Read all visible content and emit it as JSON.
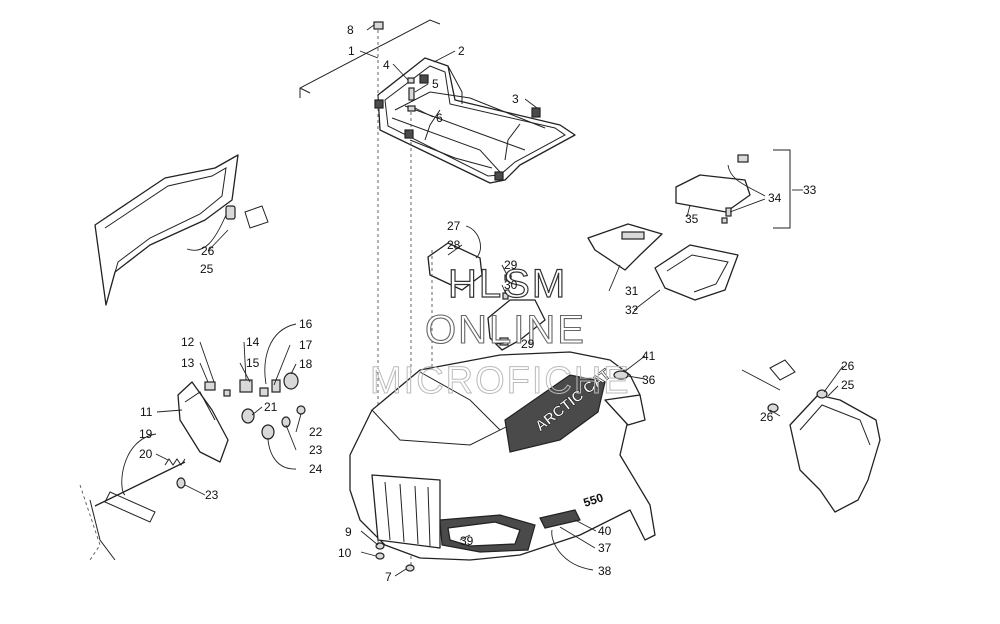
{
  "watermark": {
    "line1": "HLSM",
    "line2": "ONLINE",
    "line3": "MICROFICHE"
  },
  "decals": {
    "hood_logo": "ARCTIC CAT",
    "model_badge": "550"
  },
  "callouts": [
    {
      "id": "c1",
      "label": "1"
    },
    {
      "id": "c2",
      "label": "2"
    },
    {
      "id": "c3",
      "label": "3"
    },
    {
      "id": "c4",
      "label": "4"
    },
    {
      "id": "c5",
      "label": "5"
    },
    {
      "id": "c6",
      "label": "6"
    },
    {
      "id": "c7",
      "label": "7"
    },
    {
      "id": "c8",
      "label": "8"
    },
    {
      "id": "c9",
      "label": "9"
    },
    {
      "id": "c10",
      "label": "10"
    },
    {
      "id": "c11",
      "label": "11"
    },
    {
      "id": "c12",
      "label": "12"
    },
    {
      "id": "c13",
      "label": "13"
    },
    {
      "id": "c14",
      "label": "14"
    },
    {
      "id": "c15",
      "label": "15"
    },
    {
      "id": "c16",
      "label": "16"
    },
    {
      "id": "c17",
      "label": "17"
    },
    {
      "id": "c18",
      "label": "18"
    },
    {
      "id": "c19",
      "label": "19"
    },
    {
      "id": "c20",
      "label": "20"
    },
    {
      "id": "c21",
      "label": "21"
    },
    {
      "id": "c22",
      "label": "22"
    },
    {
      "id": "c23a",
      "label": "23"
    },
    {
      "id": "c23b",
      "label": "23"
    },
    {
      "id": "c24",
      "label": "24"
    },
    {
      "id": "c25a",
      "label": "25"
    },
    {
      "id": "c25b",
      "label": "25"
    },
    {
      "id": "c26a",
      "label": "26"
    },
    {
      "id": "c26b",
      "label": "26"
    },
    {
      "id": "c26c",
      "label": "26"
    },
    {
      "id": "c27",
      "label": "27"
    },
    {
      "id": "c28",
      "label": "28"
    },
    {
      "id": "c29a",
      "label": "29"
    },
    {
      "id": "c29b",
      "label": "29"
    },
    {
      "id": "c30",
      "label": "30"
    },
    {
      "id": "c31",
      "label": "31"
    },
    {
      "id": "c32",
      "label": "32"
    },
    {
      "id": "c33",
      "label": "33"
    },
    {
      "id": "c34",
      "label": "34"
    },
    {
      "id": "c35",
      "label": "35"
    },
    {
      "id": "c36",
      "label": "36"
    },
    {
      "id": "c37",
      "label": "37"
    },
    {
      "id": "c38",
      "label": "38"
    },
    {
      "id": "c39",
      "label": "39"
    },
    {
      "id": "c40",
      "label": "40"
    },
    {
      "id": "c41",
      "label": "41"
    }
  ]
}
